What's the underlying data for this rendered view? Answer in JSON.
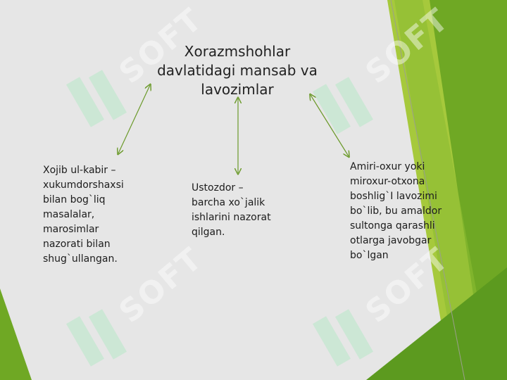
{
  "slide": {
    "title": "Xorazmshohlar davlatidagi mansab va lavozimlar",
    "blocks": [
      {
        "id": "left",
        "text": "Xojib ul-kabir –\nxukumdorshaxsi\nbilan bog`liq\nmasalalar,\nmarosimlar\nnazorati bilan\nshug`ullangan."
      },
      {
        "id": "center",
        "text": "Ustozdor –\nbarcha xo`jalik\nishlarini nazorat\nqilgan."
      },
      {
        "id": "right",
        "text": "Amiri-oxur yoki\nmiroxur-otxona\nboshlig`I lavozimi\nbo`lib, bu amaldor\nsultonga qarashli\notlarga javobgar\nbo`lgan"
      }
    ]
  },
  "theme": {
    "background": "#e6e6e6",
    "green_light": "#a6c93c",
    "green_dark": "#5c9a1f",
    "arrow_color": "#6b9a2a"
  },
  "watermark": {
    "text": "SOFT",
    "icon": "soft-logo-icon"
  }
}
